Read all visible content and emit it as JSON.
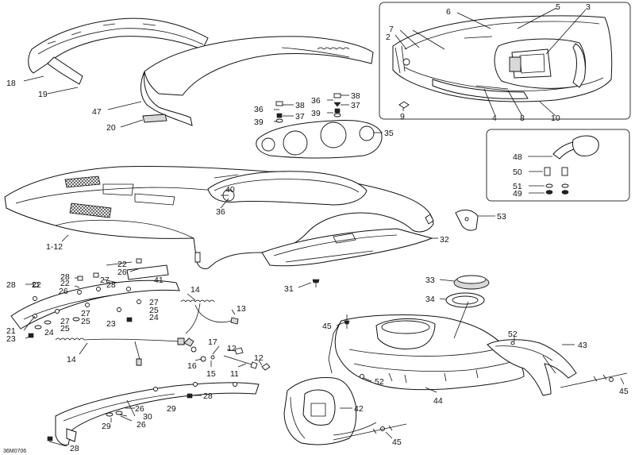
{
  "drawing_code": "36M0706",
  "callouts": {
    "c1_12": "1-12",
    "c2": "2",
    "c3": "3",
    "c4": "4",
    "c5": "5",
    "c6": "6",
    "c7": "7",
    "c8": "8",
    "c9": "9",
    "c10": "10",
    "c11": "11",
    "c12": "12",
    "c13": "13",
    "c14": "14",
    "c15": "15",
    "c16": "16",
    "c17": "17",
    "c18": "18",
    "c19": "19",
    "c20": "20",
    "c21": "21",
    "c22": "22",
    "c23": "23",
    "c24": "24",
    "c25": "25",
    "c26": "26",
    "c27": "27",
    "c28": "28",
    "c29": "29",
    "c30": "30",
    "c31": "31",
    "c32": "32",
    "c33": "33",
    "c34": "34",
    "c35": "35",
    "c36": "36",
    "c37": "37",
    "c38": "38",
    "c39": "39",
    "c40": "40",
    "c41": "41",
    "c42": "42",
    "c43": "43",
    "c44": "44",
    "c45": "45",
    "c47": "47",
    "c48": "48",
    "c49": "49",
    "c50": "50",
    "c51": "51",
    "c52": "52",
    "c53": "53"
  }
}
